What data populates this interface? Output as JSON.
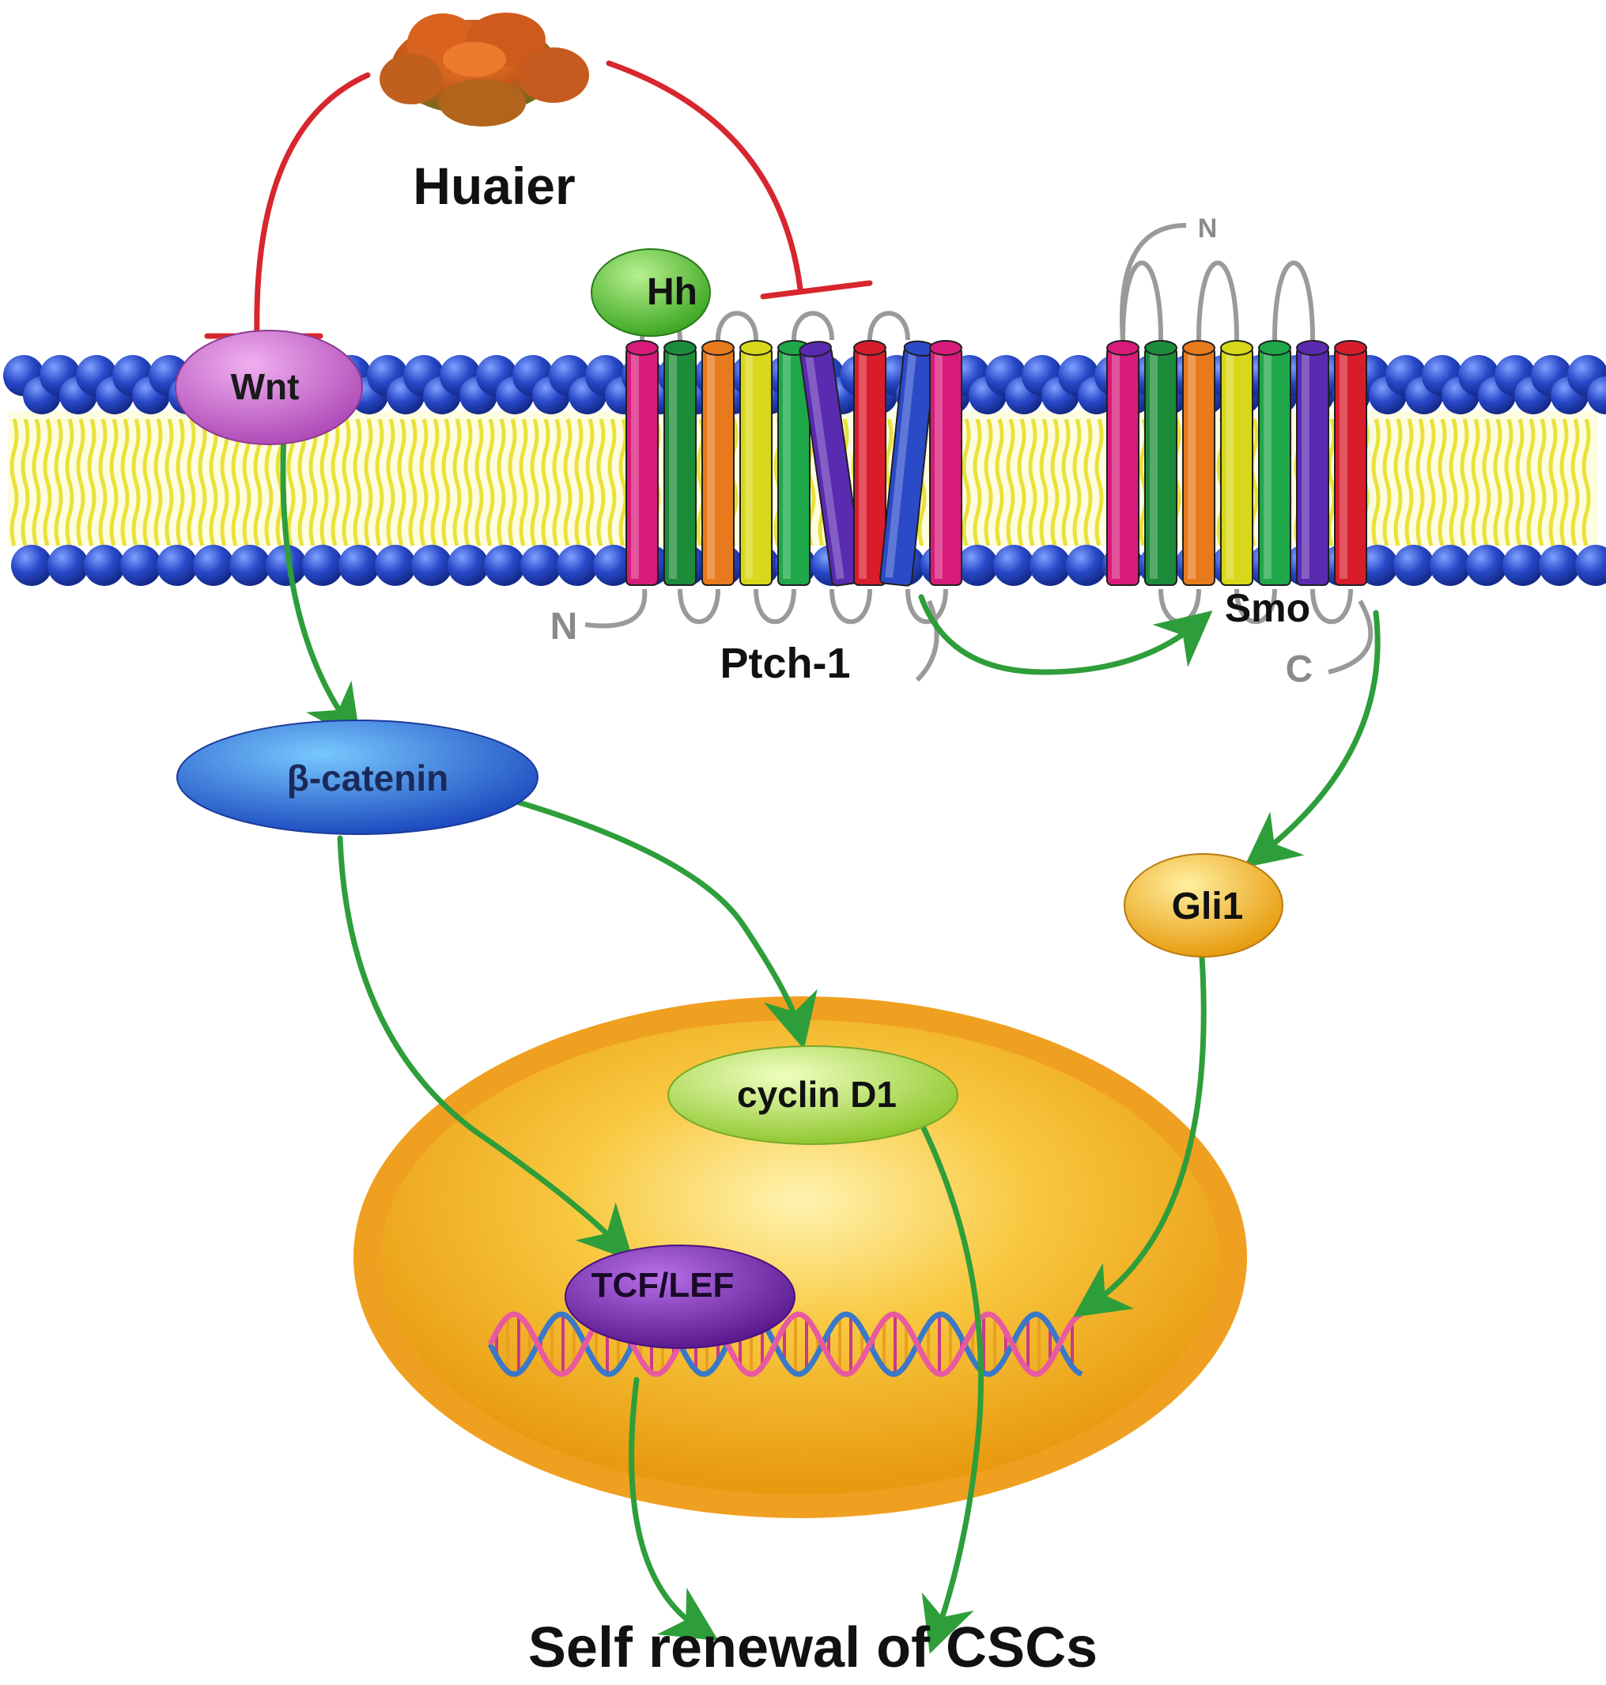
{
  "labels": {
    "huaier": "Huaier",
    "hh": "Hh",
    "wnt": "Wnt",
    "ptch1": "Ptch-1",
    "smo": "Smo",
    "n_ptch": "N",
    "n_smo": "N",
    "c_smo": "C",
    "beta_catenin": "β-catenin",
    "gli1": "Gli1",
    "cyclin_d1": "cyclin D1",
    "tcf_lef": "TCF/LEF",
    "outcome": "Self renewal of CSCs"
  },
  "colors": {
    "activation_arrow": "#2e9e3a",
    "inhibition_line": "#d7262e",
    "head_group": "#1f3fbf",
    "lipid_tail": "#e8e23a",
    "nucleus": "#f0a020",
    "wnt": "#c25cc6",
    "hh": "#4cb82e",
    "beta_catenin": "#2a63d0",
    "gli1": "#f0b018",
    "cyclin_d1": "#a8d848",
    "tcf_lef": "#6a2aa0",
    "huaier": "#c8561a"
  },
  "transmembrane_helix_colors": [
    "#d81b7a",
    "#1c8c3a",
    "#e87a1e",
    "#d8d81a",
    "#1ea84a",
    "#5a2ab0",
    "#d81c2c",
    "#2a4ac8"
  ]
}
